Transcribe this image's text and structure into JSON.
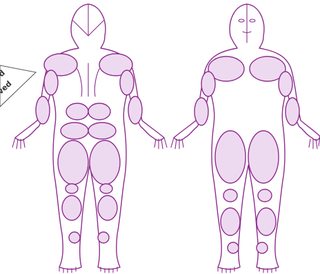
{
  "corner_tag": {
    "line1": "d",
    "line2": "lved"
  },
  "views": [
    {
      "name": "back-view"
    },
    {
      "name": "front-view"
    }
  ],
  "colors": {
    "outline": "#8e2d8e",
    "region_fill": "#eedaf0",
    "region_hover": "#dcb9e1",
    "background": "#ffffff"
  }
}
